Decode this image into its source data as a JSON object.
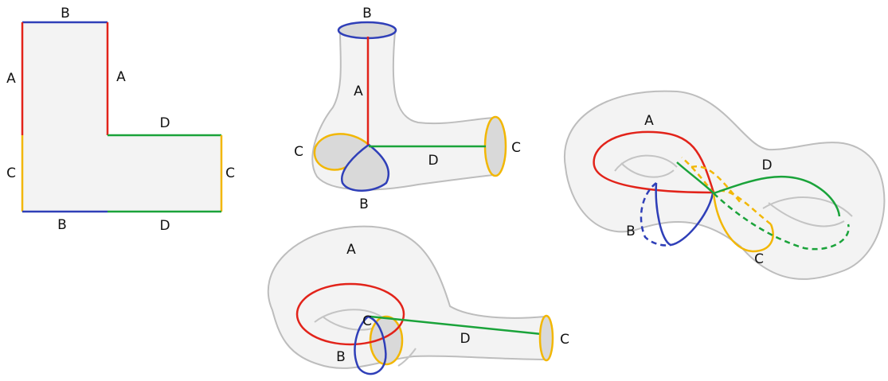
{
  "labels": {
    "a": "A",
    "b": "B",
    "c": "C",
    "d": "D"
  },
  "colors": {
    "a": "#e2231a",
    "b": "#2f3fb8",
    "c": "#f2b705",
    "d": "#1aa33a",
    "surface_fill": "#f3f3f3",
    "surface_stroke": "#bdbdbd"
  }
}
